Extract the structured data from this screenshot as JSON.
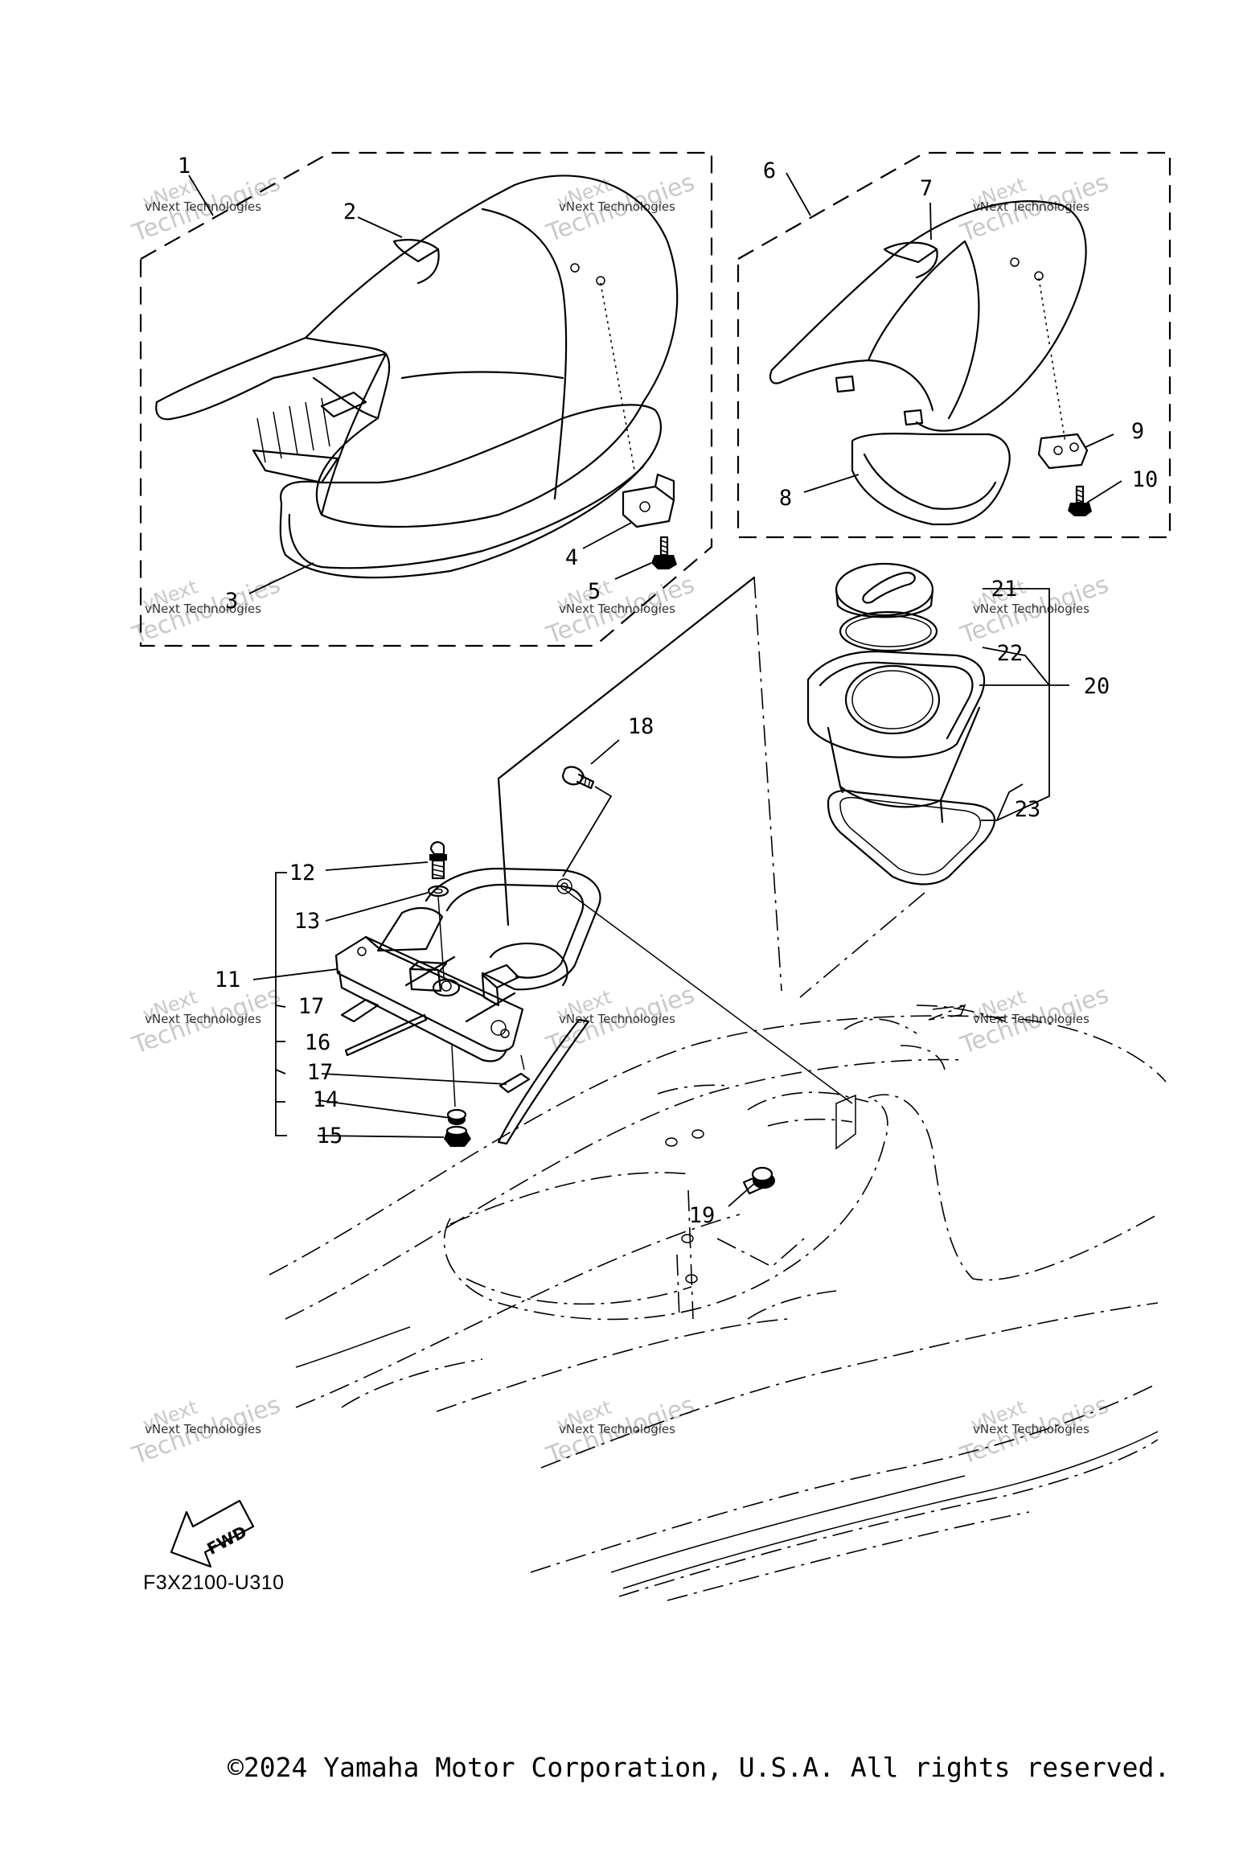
{
  "callouts": [
    {
      "n": "1"
    },
    {
      "n": "2"
    },
    {
      "n": "3"
    },
    {
      "n": "4"
    },
    {
      "n": "5"
    },
    {
      "n": "6"
    },
    {
      "n": "7"
    },
    {
      "n": "8"
    },
    {
      "n": "9"
    },
    {
      "n": "10"
    },
    {
      "n": "11"
    },
    {
      "n": "12"
    },
    {
      "n": "13"
    },
    {
      "n": "14"
    },
    {
      "n": "15"
    },
    {
      "n": "16"
    },
    {
      "n": "17"
    },
    {
      "n": "17"
    },
    {
      "n": "18"
    },
    {
      "n": "19"
    },
    {
      "n": "20"
    },
    {
      "n": "21"
    },
    {
      "n": "22"
    },
    {
      "n": "23"
    }
  ],
  "direction_label": "FWD",
  "drawing_code": "F3X2100-U310",
  "watermark": {
    "line1": "vNext Technologies",
    "line2": "vNext",
    "line3": "Technologies"
  },
  "copyright": "©2024 Yamaha Motor Corporation, U.S.A. All rights reserved."
}
